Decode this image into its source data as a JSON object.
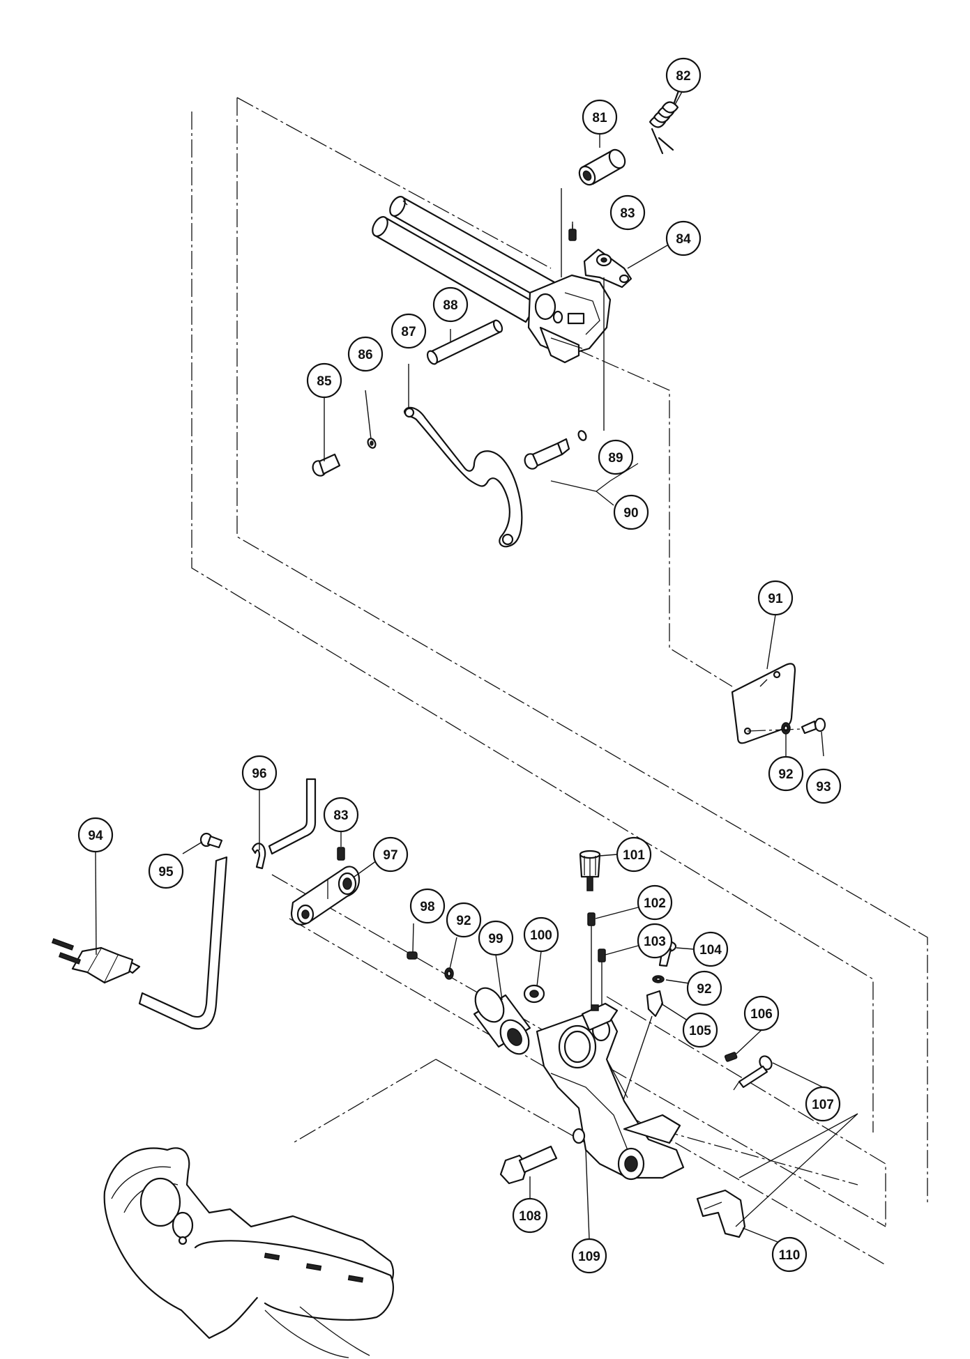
{
  "callouts": {
    "c81": "81",
    "c82": "82",
    "c83a": "83",
    "c84": "84",
    "c85": "85",
    "c86": "86",
    "c87": "87",
    "c88": "88",
    "c89": "89",
    "c90": "90",
    "c91": "91",
    "c92a": "92",
    "c93": "93",
    "c94": "94",
    "c95": "95",
    "c96": "96",
    "c83b": "83",
    "c97": "97",
    "c98": "98",
    "c92b": "92",
    "c99": "99",
    "c100": "100",
    "c101": "101",
    "c102": "102",
    "c103": "103",
    "c104": "104",
    "c92c": "92",
    "c105": "105",
    "c106": "106",
    "c107": "107",
    "c108": "108",
    "c109": "109",
    "c110": "110"
  },
  "colors": {
    "line": "#111111",
    "background": "#ffffff"
  }
}
